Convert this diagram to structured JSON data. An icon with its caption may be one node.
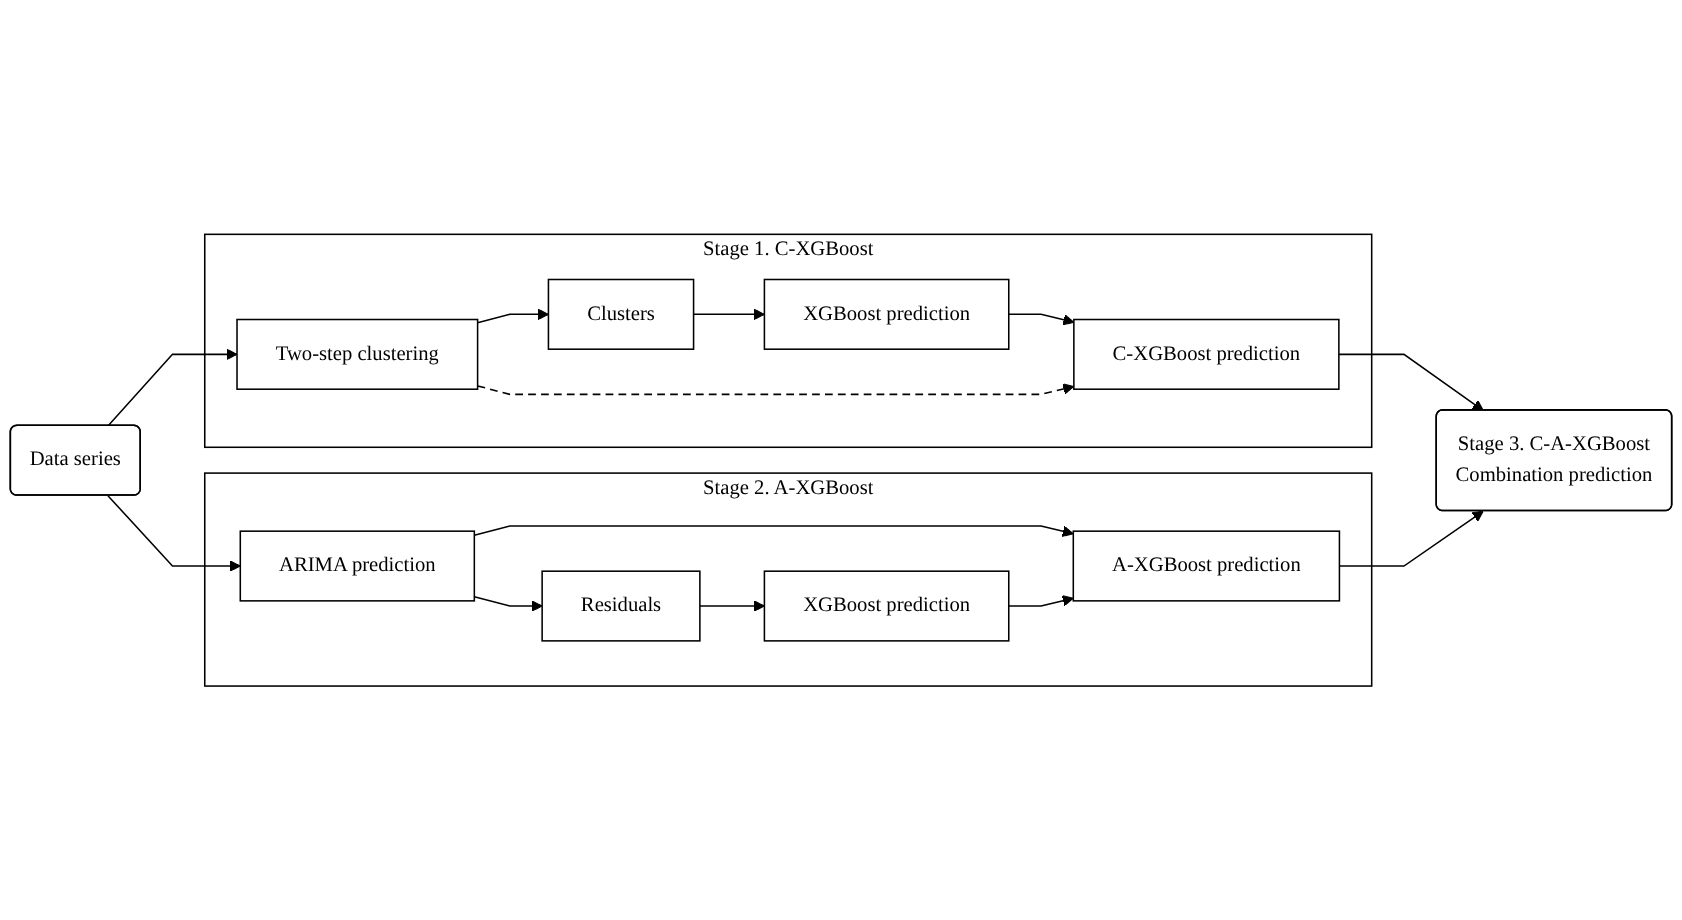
{
  "diagram": {
    "nodes": [
      {
        "text": [
          "Data series"
        ]
      },
      {
        "text": [
          "Stage 1. C-XGBoost"
        ]
      },
      {
        "text": [
          "Clusters"
        ],
        "in": 1
      },
      {
        "text": [
          "XGBoost prediction"
        ],
        "in": 1
      },
      {
        "text": [
          "Two-step clustering"
        ],
        "in": 1
      },
      {
        "text": [
          "C-XGBoost prediction"
        ],
        "in": 1
      },
      {
        "text": [
          "Stage 2. A-XGBoost"
        ]
      },
      {
        "text": [
          "ARIMA prediction"
        ],
        "in": 6
      },
      {
        "text": [
          "A-XGBoost prediction"
        ],
        "in": 6
      },
      {
        "text": [
          "Residuals"
        ],
        "in": 6
      },
      {
        "text": [
          "XGBoost prediction"
        ],
        "in": 6
      },
      {
        "text": [
          "Stage 3. C-A-XGBoost",
          "Combination prediction"
        ]
      }
    ],
    "edges": [
      {
        "from": 0,
        "to": 4,
        "arrow": "to"
      },
      {
        "from": 0,
        "to": 7,
        "arrow": "to"
      },
      {
        "from": 4,
        "to": 2,
        "arrow": "to"
      },
      {
        "from": 2,
        "to": 3,
        "arrow": "to"
      },
      {
        "from": 3,
        "to": 5,
        "arrow": "to"
      },
      {
        "from": 4,
        "to": 5,
        "arrow": "to",
        "style": "dashed"
      },
      {
        "from": 7,
        "to": 8,
        "arrow": "to"
      },
      {
        "from": 7,
        "to": 9,
        "arrow": "to"
      },
      {
        "from": 9,
        "to": 10,
        "arrow": "to"
      },
      {
        "from": 10,
        "to": 8,
        "arrow": "to"
      },
      {
        "from": 5,
        "to": 11,
        "arrow": "to"
      },
      {
        "from": 8,
        "to": 11,
        "arrow": "to"
      }
    ]
  }
}
